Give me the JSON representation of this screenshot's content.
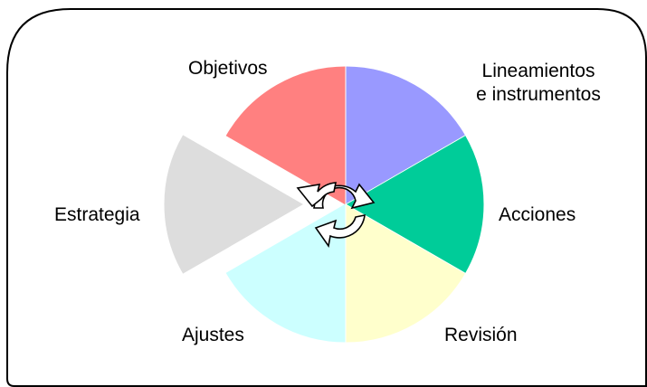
{
  "diagram": {
    "segments": [
      {
        "id": "objetivos",
        "label": "Objetivos",
        "color": "#ff8080"
      },
      {
        "id": "lineamientos",
        "label_line1": "Lineamientos",
        "label_line2": "e instrumentos",
        "color": "#9999ff"
      },
      {
        "id": "acciones",
        "label": "Acciones",
        "color": "#00cc99"
      },
      {
        "id": "revision",
        "label": "Revisión",
        "color": "#ffffcc"
      },
      {
        "id": "ajustes",
        "label": "Ajustes",
        "color": "#ccffff"
      },
      {
        "id": "estrategia",
        "label": "Estrategia",
        "color": "#dddddd",
        "exploded": true
      }
    ],
    "center_icon": "circular-arrows-icon",
    "frame_color": "#000000"
  }
}
